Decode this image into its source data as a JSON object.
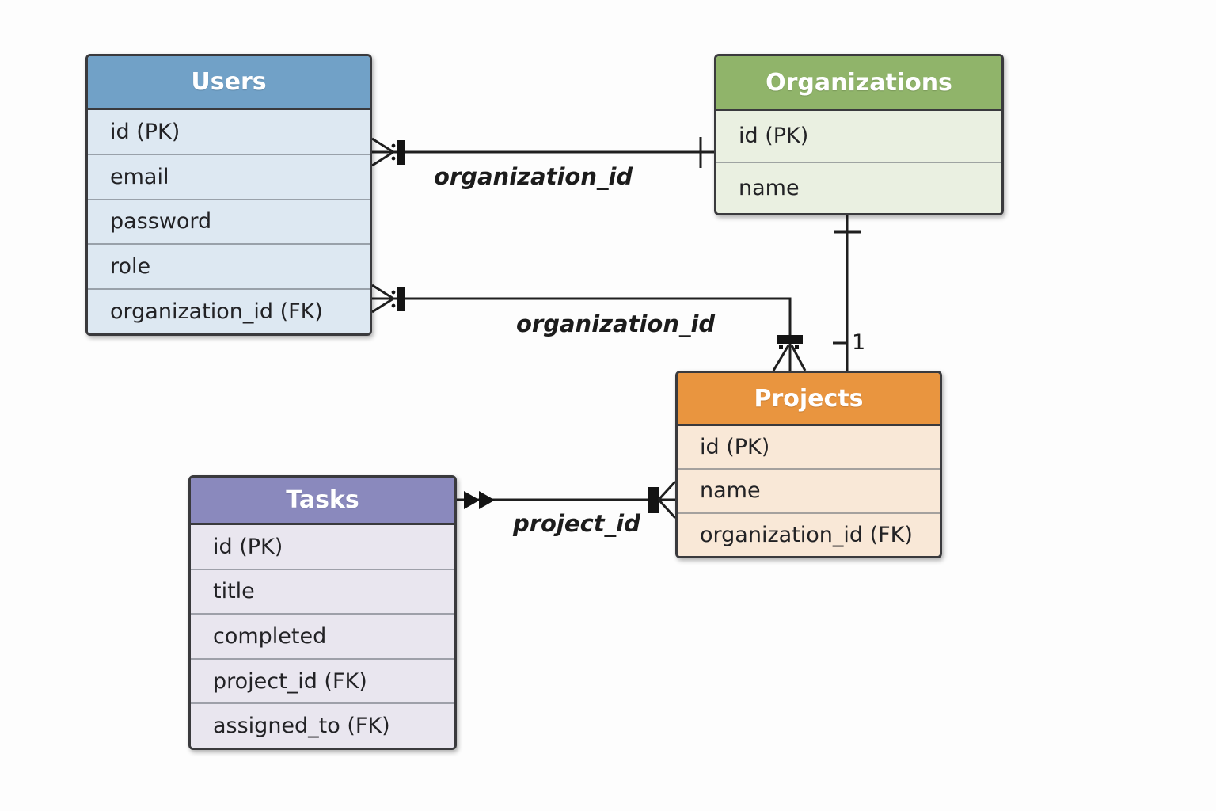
{
  "tables": {
    "users": {
      "title": "Users",
      "header_color": "#71a1c7",
      "body_color": "#dde8f2",
      "fields": [
        "id (PK)",
        "email",
        "password",
        "role",
        "organization_id (FK)"
      ]
    },
    "organizations": {
      "title": "Organizations",
      "header_color": "#90b46a",
      "body_color": "#eaf0e1",
      "fields": [
        "id (PK)",
        "name"
      ]
    },
    "projects": {
      "title": "Projects",
      "header_color": "#e9953f",
      "body_color": "#f9e8d7",
      "fields": [
        "id (PK)",
        "name",
        "organization_id (FK)"
      ]
    },
    "tasks": {
      "title": "Tasks",
      "header_color": "#8a89bd",
      "body_color": "#e9e6ef",
      "fields": [
        "id (PK)",
        "title",
        "completed",
        "project_id (FK)",
        "assigned_to (FK)"
      ]
    }
  },
  "relationships": {
    "users_organizations": {
      "label": "organization_id"
    },
    "users_projects": {
      "label": "organization_id"
    },
    "tasks_projects": {
      "label": "project_id"
    },
    "organizations_projects": {
      "cardinality": "1"
    }
  },
  "colors": {
    "background": "#fdfdfd",
    "table_border": "#3a3a3d",
    "line": "#1f1f1f",
    "row_text": "#222225",
    "header_text": "#ffffff"
  }
}
